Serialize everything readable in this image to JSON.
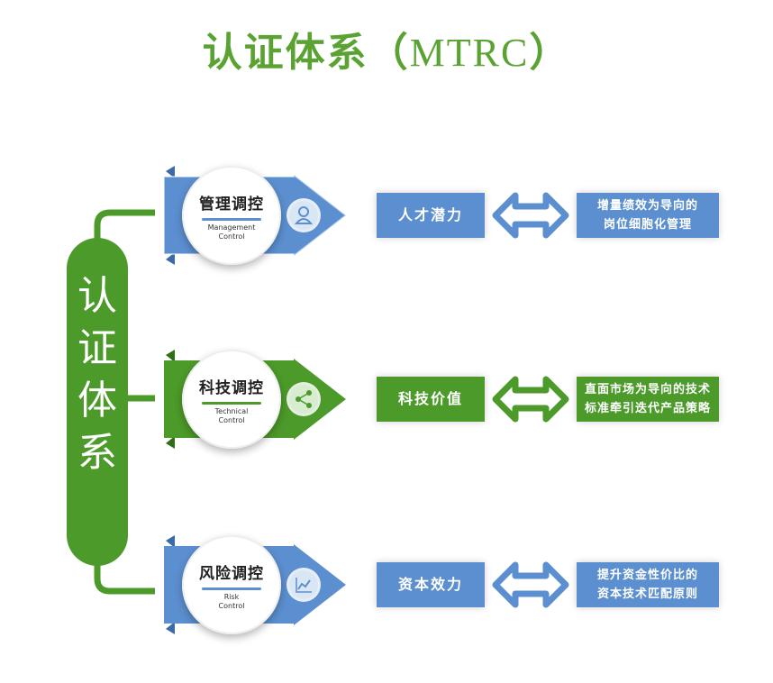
{
  "title": {
    "main": "认证体系",
    "open": "（",
    "latin": "MTRC",
    "close": "）"
  },
  "spine_label": [
    "认",
    "证",
    "体",
    "系"
  ],
  "rows": [
    {
      "name": "管理调控",
      "en_line1": "Management",
      "en_line2": "Control",
      "icon": "user-icon",
      "color": "#5c8fd0",
      "left_box": "人才潜力",
      "right_box_line1": "增量绩效为导向的",
      "right_box_line2": "岗位细胞化管理"
    },
    {
      "name": "科技调控",
      "en_line1": "Technical",
      "en_line2": "Control",
      "icon": "share-icon",
      "color": "#4c9a2a",
      "left_box": "科技价值",
      "right_box_line1": "直面市场为导向的技术",
      "right_box_line2": "标准牵引迭代产品策略"
    },
    {
      "name": "风险调控",
      "en_line1": "Risk",
      "en_line2": "Control",
      "icon": "chart-icon",
      "color": "#5c8fd0",
      "left_box": "资本效力",
      "right_box_line1": "提升资金性价比的",
      "right_box_line2": "资本技术匹配原则"
    }
  ],
  "colors": {
    "green": "#4c9a2a",
    "blue": "#5c8fd0",
    "title": "#5aa332"
  }
}
